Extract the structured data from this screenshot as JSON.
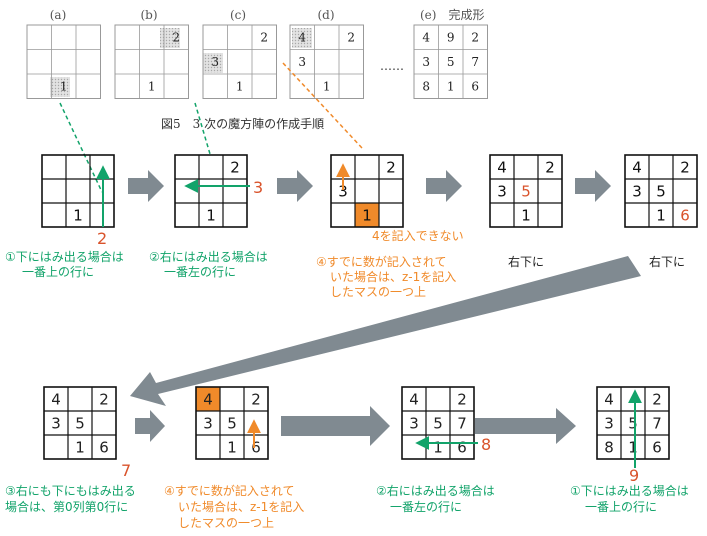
{
  "figure": {
    "caption": "図5　3 次の魔方陣の作成手順",
    "ellipsis": "……",
    "panels": [
      {
        "label": "(a)",
        "cells": [
          "",
          "",
          "",
          "",
          "",
          "",
          "",
          "1",
          ""
        ]
      },
      {
        "label": "(b)",
        "cells": [
          "",
          "",
          "2",
          "",
          "",
          "",
          "",
          "1",
          ""
        ]
      },
      {
        "label": "(c)",
        "cells": [
          "",
          "",
          "2",
          "3",
          "",
          "",
          "",
          "1",
          ""
        ]
      },
      {
        "label": "(d)",
        "cells": [
          "4",
          "",
          "2",
          "3",
          "",
          "",
          "",
          "1",
          ""
        ]
      },
      {
        "label": "(e)　完成形",
        "cells": [
          "4",
          "9",
          "2",
          "3",
          "5",
          "7",
          "8",
          "1",
          "6"
        ]
      }
    ]
  },
  "steps_row1": [
    {
      "cells": [
        "",
        "",
        "",
        "",
        "",
        "",
        "",
        "1",
        ""
      ],
      "overlay": "2"
    },
    {
      "cells": [
        "",
        "",
        "2",
        "",
        "",
        "",
        "",
        "1",
        ""
      ],
      "overlay": "3"
    },
    {
      "cells": [
        "",
        "",
        "2",
        "3",
        "",
        "",
        "",
        "1",
        ""
      ],
      "overlay": ""
    },
    {
      "cells": [
        "4",
        "",
        "2",
        "3",
        "5",
        "",
        "",
        "1",
        ""
      ],
      "overlay": ""
    },
    {
      "cells": [
        "4",
        "",
        "2",
        "3",
        "5",
        "",
        "",
        "1",
        "6"
      ],
      "overlay": ""
    }
  ],
  "steps_row2": [
    {
      "cells": [
        "4",
        "",
        "2",
        "3",
        "5",
        "",
        "",
        "1",
        "6"
      ],
      "overlay": "7"
    },
    {
      "cells": [
        "4",
        "",
        "2",
        "3",
        "5",
        "",
        "",
        "1",
        "6"
      ],
      "overlay": ""
    },
    {
      "cells": [
        "4",
        "",
        "2",
        "3",
        "5",
        "7",
        "",
        "1",
        "6"
      ],
      "overlay": "8"
    },
    {
      "cells": [
        "4",
        "",
        "2",
        "3",
        "5",
        "7",
        "8",
        "1",
        "6"
      ],
      "overlay": "9"
    }
  ],
  "notes_row1": {
    "n1_line1": "①下にはみ出る場合は",
    "n1_line2": "一番上の行に",
    "n2_line1": "②右にはみ出る場合は",
    "n2_line2": "一番左の行に",
    "cannot": "4を記入できない",
    "n4_line1": "④すでに数が記入されて",
    "n4_line2": "いた場合は、z-1を記入",
    "n4_line3": "したマスの一つ上",
    "down_right1": "右下に",
    "down_right2": "右下に"
  },
  "notes_row2": {
    "n3_line1": "③右にも下にもはみ出る",
    "n3_line2": "場合は、第0列第0行に",
    "n4_line1": "④すでに数が記入されて",
    "n4_line2": "いた場合は、z-1を記入",
    "n4_line3": "したマスの一つ上",
    "n2_line1": "②右にはみ出る場合は",
    "n2_line2": "一番左の行に",
    "n1_line1": "①下にはみ出る場合は",
    "n1_line2": "一番上の行に"
  },
  "colors": {
    "green": "#12a36a",
    "orange": "#f08a2a",
    "red": "#d9532b",
    "gray_arrow": "#808a91",
    "text": "#222222",
    "cell_highlight": "#f08a2a",
    "shade": "#d6d6d6"
  }
}
